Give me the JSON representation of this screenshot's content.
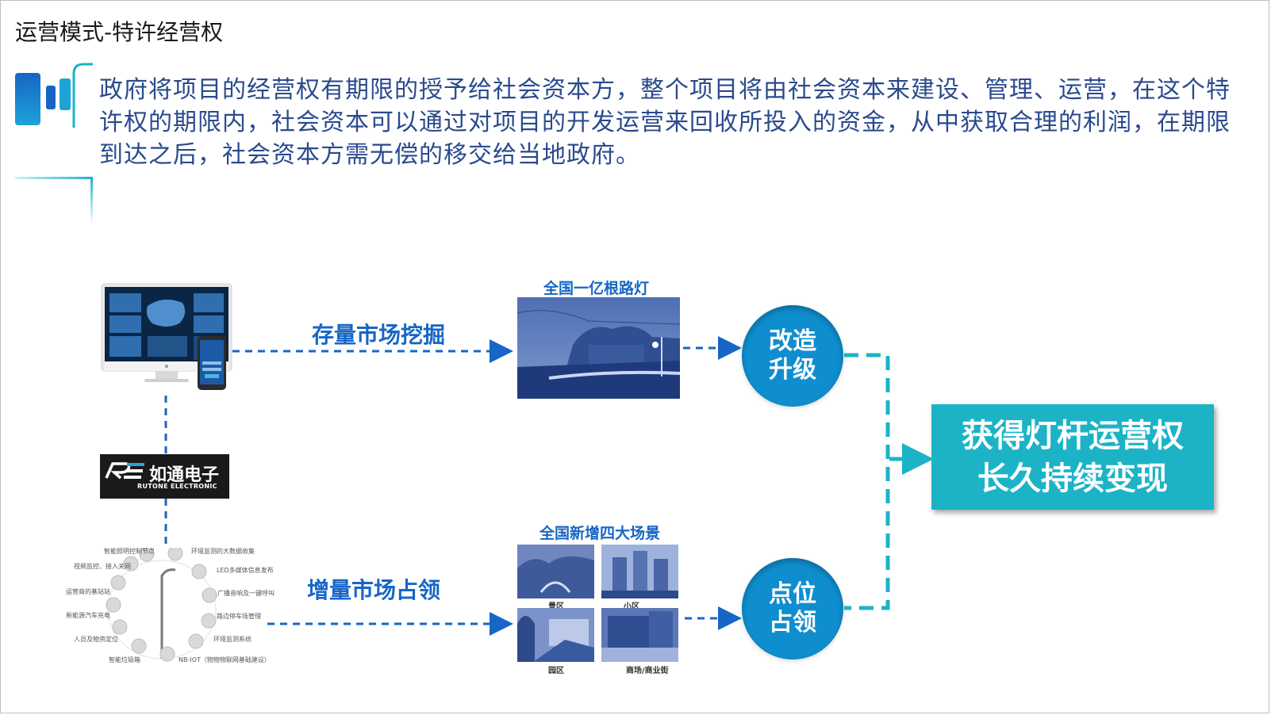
{
  "title": "运营模式-特许经营权",
  "intro_text": "政府将项目的经营权有期限的授予给社会资本方，整个项目将由社会资本来建设、管理、运营，在这个特许权的期限内，社会资本可以通过对项目的开发运营来回收所投入的资金，从中获取合理的利润，在期限到达之后，社会资本方需无偿的移交给当地政府。",
  "top_branch": {
    "market_label": "存量市场挖掘",
    "scene_title": "全国一亿根路灯",
    "circle_line1": "改造",
    "circle_line2": "升级"
  },
  "bottom_branch": {
    "market_label": "增量市场占领",
    "scene_title": "全国新增四大场景",
    "scenes": [
      "景区",
      "小区",
      "园区",
      "商场/商业街"
    ],
    "circle_line1": "点位",
    "circle_line2": "占领"
  },
  "result": {
    "line1": "获得灯杆运营权",
    "line2": "长久持续变现"
  },
  "logo": {
    "name": "如通电子",
    "sub": "RUTONE ELECTRONIC",
    "mark": "RE"
  },
  "iot_labels": [
    "智能照明控制节点",
    "视频监控、接入关网",
    "运营商的基站站",
    "新能源汽车充电",
    "人员及物资定位",
    "智能垃圾箱",
    "NB-IOT（物物物联网基础建设）",
    "环境监测系统",
    "路边停车场管理",
    "广播音响及一键呼叫",
    "LED多媒体信息发布",
    "环境监测的大数据收集"
  ],
  "colors": {
    "title_text": "#1a1a1a",
    "intro_text": "#2a4a8e",
    "market_blue": "#1766c6",
    "circle_blue": "#0f8ecf",
    "result_teal": "#1cb3c7",
    "connector_teal": "#1cb3c7",
    "dash_blue": "#1766c6"
  }
}
